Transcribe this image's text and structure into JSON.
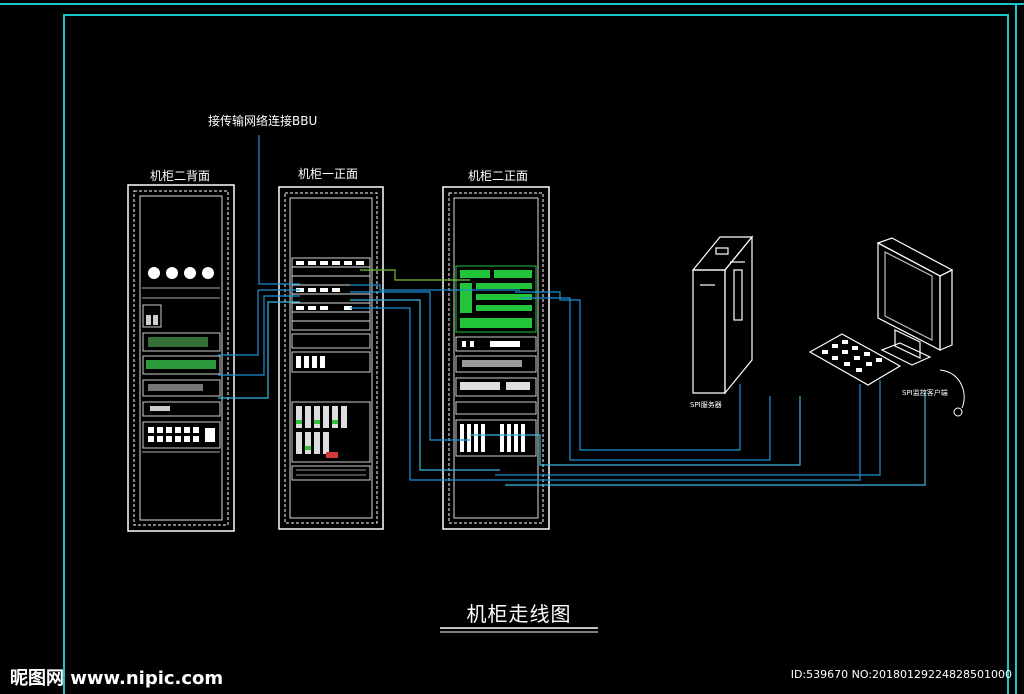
{
  "labels": {
    "top_note": "接传输网络连接BBU",
    "cabinet_back": "机柜二背面",
    "cabinet1_front": "机柜一正面",
    "cabinet2_front": "机柜二正面",
    "server": "SPI服务器",
    "client": "SPI监控客户端"
  },
  "title": "机柜走线图",
  "watermark": {
    "left": "昵图网 www.nipic.com",
    "right": "ID:539670 NO:20180129224828501000"
  },
  "colors": {
    "frame": "#19c6c6",
    "cable": "#1e8fd6",
    "cable_alt": "#38b8e0",
    "green_wire": "#6fbf3a",
    "cabinet_line": "#ffffff",
    "board_green": "#22c43a"
  },
  "icons": {
    "server": "tower-server-icon",
    "monitor": "crt-monitor-icon",
    "keyboard": "keyboard-icon",
    "mouse": "mouse-icon"
  }
}
